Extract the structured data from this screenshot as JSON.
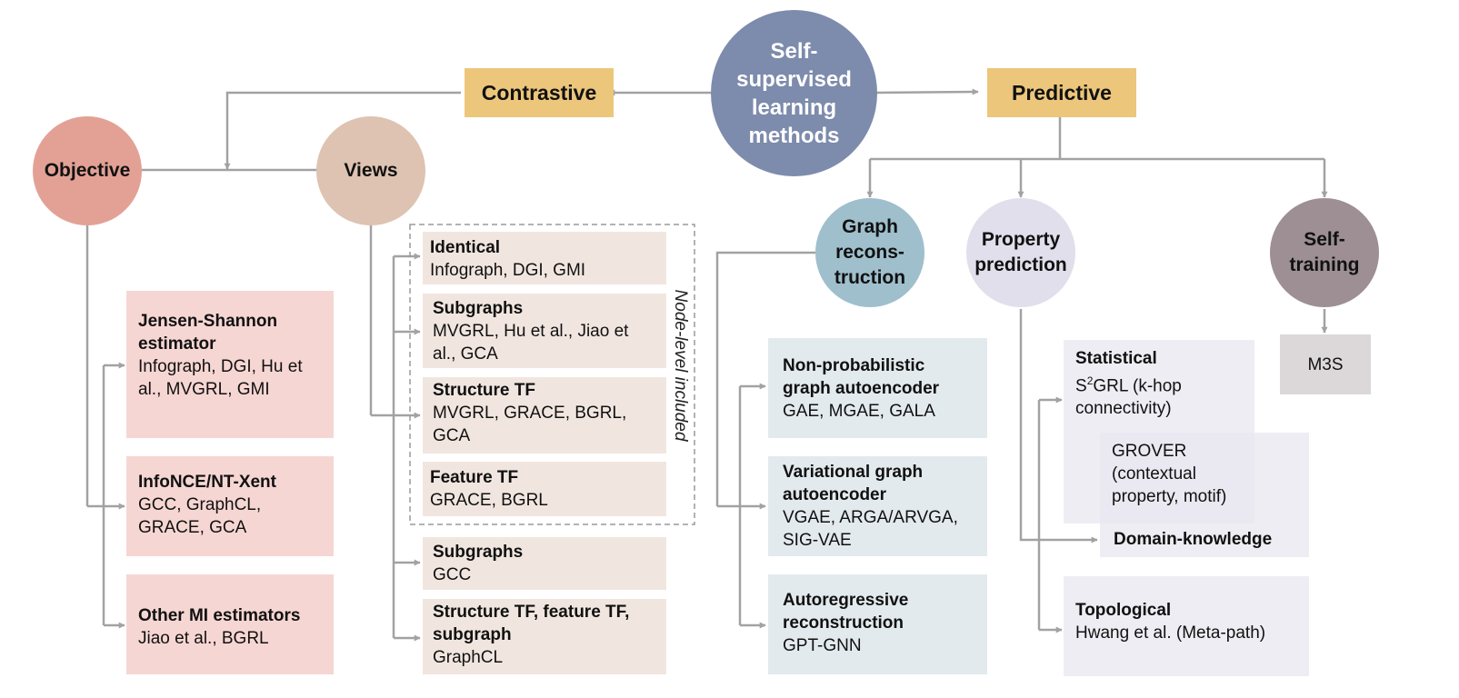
{
  "root": {
    "label": "Self-\nsupervised\nlearning\nmethods",
    "color": "#7d8bac"
  },
  "contrastive": {
    "label": "Contrastive",
    "objective": {
      "label": "Objective",
      "color": "#e3a196"
    },
    "views": {
      "label": "Views",
      "color": "#dec3b2"
    },
    "objective_items": [
      {
        "title": "Jensen-Shannon estimator",
        "desc": "Infograph, DGI, Hu et al., MVGRL, GMI"
      },
      {
        "title": "InfoNCE/NT-Xent",
        "desc": "GCC, GraphCL, GRACE, GCA"
      },
      {
        "title": "Other MI estimators",
        "desc": "Jiao et al., BGRL"
      }
    ],
    "node_level_label": "Node-level included",
    "view_items": [
      {
        "title": "Identical",
        "desc": "Infograph, DGI, GMI"
      },
      {
        "title": "Subgraphs",
        "desc": "MVGRL, Hu et al., Jiao et al., GCA"
      },
      {
        "title": "Structure TF",
        "desc": "MVGRL, GRACE, BGRL, GCA"
      },
      {
        "title": "Feature TF",
        "desc": "GRACE, BGRL"
      },
      {
        "title": "Subgraphs",
        "desc": "GCC"
      },
      {
        "title": "Structure TF, feature TF, subgraph",
        "desc": "GraphCL"
      }
    ]
  },
  "predictive": {
    "label": "Predictive",
    "graph_reconstruction": {
      "label": "Graph\nrecons-\ntruction",
      "color": "#9fbfcc",
      "items": [
        {
          "title": "Non-probabilistic graph autoencoder",
          "desc": "GAE, MGAE, GALA"
        },
        {
          "title": "Variational graph autoencoder",
          "desc": "VGAE, ARGA/ARVGA, SIG-VAE"
        },
        {
          "title": "Autoregressive reconstruction",
          "desc": "GPT-GNN"
        }
      ]
    },
    "property_prediction": {
      "label": "Property\nprediction",
      "color": "#e0dfeb",
      "statistical": {
        "title": "Statistical",
        "desc_prefix": "S",
        "desc_sup": "2",
        "desc_rest": "GRL (k-hop connectivity)"
      },
      "grover": {
        "desc": "GROVER (contextual property, motif)"
      },
      "domain_knowledge": {
        "title": "Domain-knowledge"
      },
      "topological": {
        "title": "Topological",
        "desc": "Hwang et al. (Meta-path)"
      }
    },
    "self_training": {
      "label": "Self-\ntraining",
      "color": "#9d8f94",
      "items": [
        {
          "desc": "M3S"
        }
      ]
    }
  },
  "colors": {
    "contrastive_tag": "#ecc67b",
    "connector": "#a2a2a2",
    "dashed_border": "#9a9a9a"
  }
}
